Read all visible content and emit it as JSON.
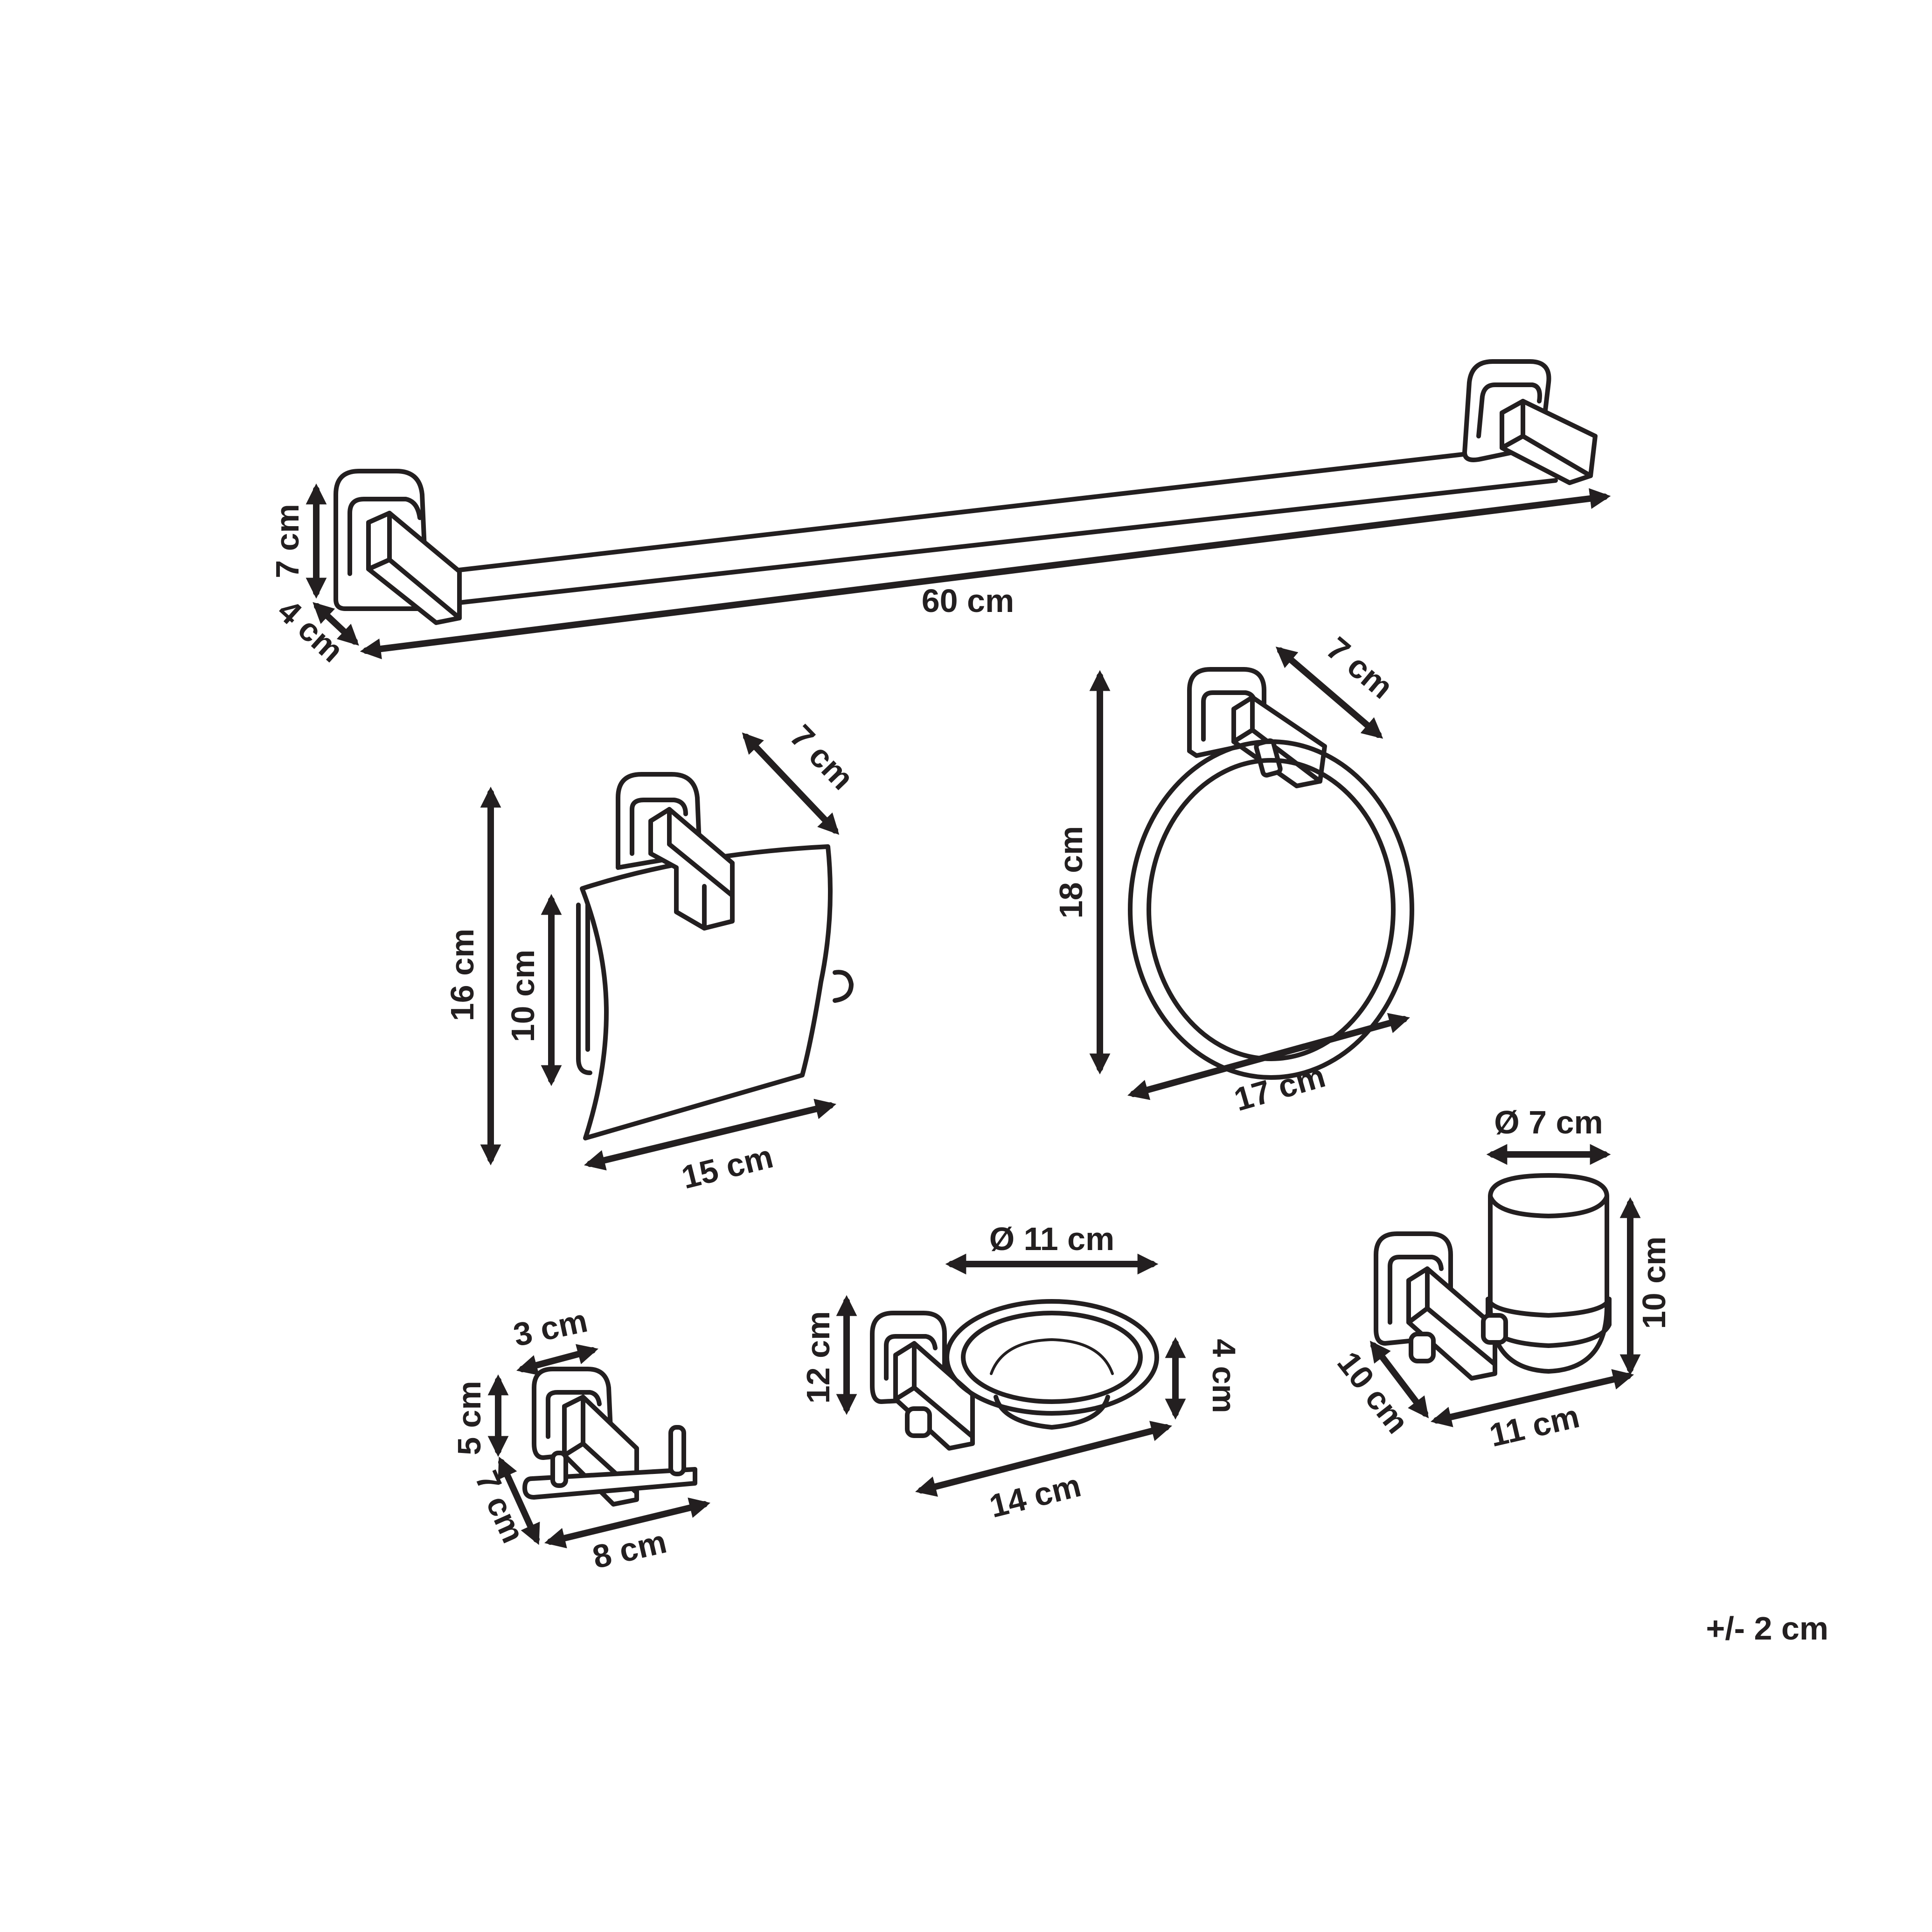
{
  "colors": {
    "line": "#231f20",
    "background": "#ffffff"
  },
  "items": {
    "towel_bar": {
      "width": "60 cm",
      "height": "7 cm",
      "depth": "4 cm"
    },
    "paper_holder": {
      "total_height": "16 cm",
      "cover_height": "10 cm",
      "depth": "7 cm",
      "width": "15 cm"
    },
    "towel_ring": {
      "height": "18 cm",
      "width": "17 cm",
      "depth": "7 cm"
    },
    "hook": {
      "height": "5 cm",
      "depth": "7 cm",
      "width": "8 cm",
      "top_width": "3 cm"
    },
    "soap_dish": {
      "diameter": "Ø 11 cm",
      "height": "12 cm",
      "dish_height": "4 cm",
      "width": "14 cm"
    },
    "tumbler": {
      "diameter": "Ø 7 cm",
      "height": "10 cm",
      "depth": "10 cm",
      "width": "11 cm"
    }
  },
  "tolerance": "+/- 2 cm"
}
